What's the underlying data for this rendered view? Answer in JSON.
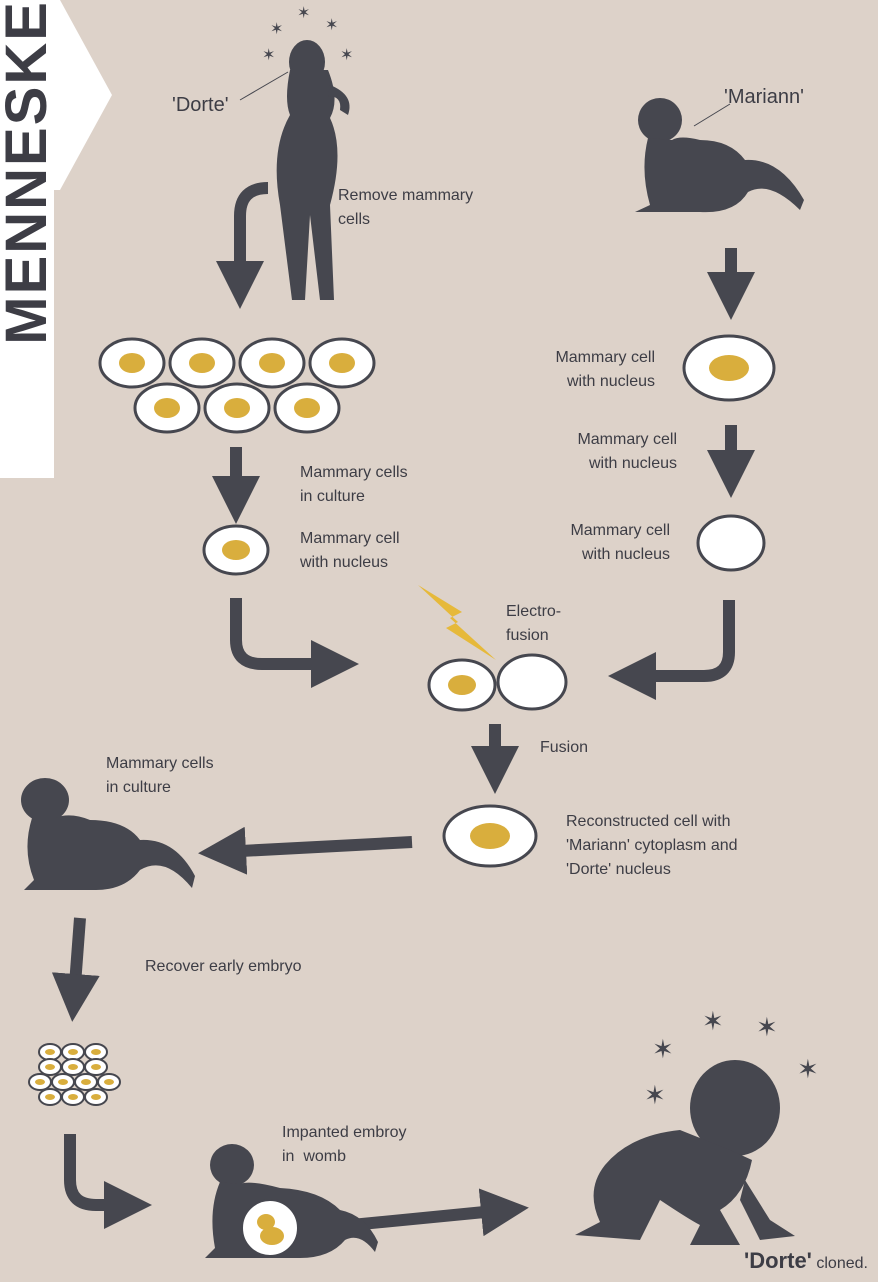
{
  "side_banner": "MENNESKE",
  "names": {
    "dorte": "'Dorte'",
    "mariann": "'Mariann'",
    "result_name": "'Dorte'",
    "result_suffix": "cloned."
  },
  "steps": {
    "remove_mammary": "Remove mammary\ncells",
    "left_culture": "Mammary cells\nin culture",
    "left_cell_nucleus": "Mammary cell\nwith nucleus",
    "right_cell_nucleus_1": "Mammary cell\nwith nucleus",
    "right_cell_nucleus_2": "Mammary cell\nwith nucleus",
    "right_cell_nucleus_3": "Mammary cell\nwith nucleus",
    "electrofusion": "Electro-\nfusion",
    "fusion": "Fusion",
    "reconstructed": "Reconstructed cell with\n'Mariann' cytoplasm and\n'Dorte' nucleus",
    "surrogate_culture": "Mammary cells\nin culture",
    "recover_embryo": "Recover early embryo",
    "implanted": "Impanted embroy\nin  womb"
  },
  "colors": {
    "background": "#ddd2c9",
    "silhouette": "#46474f",
    "nucleus": "#d9ae3d",
    "cell_fill": "#ffffff",
    "lightning": "#e6b93a"
  },
  "icons": [
    "standing-woman-icon",
    "reclining-woman-icon",
    "pregnant-woman-icon",
    "crawling-baby-icon",
    "lightning-icon",
    "star-icon",
    "down-arrow-icon",
    "right-arrow-icon",
    "left-arrow-icon"
  ]
}
